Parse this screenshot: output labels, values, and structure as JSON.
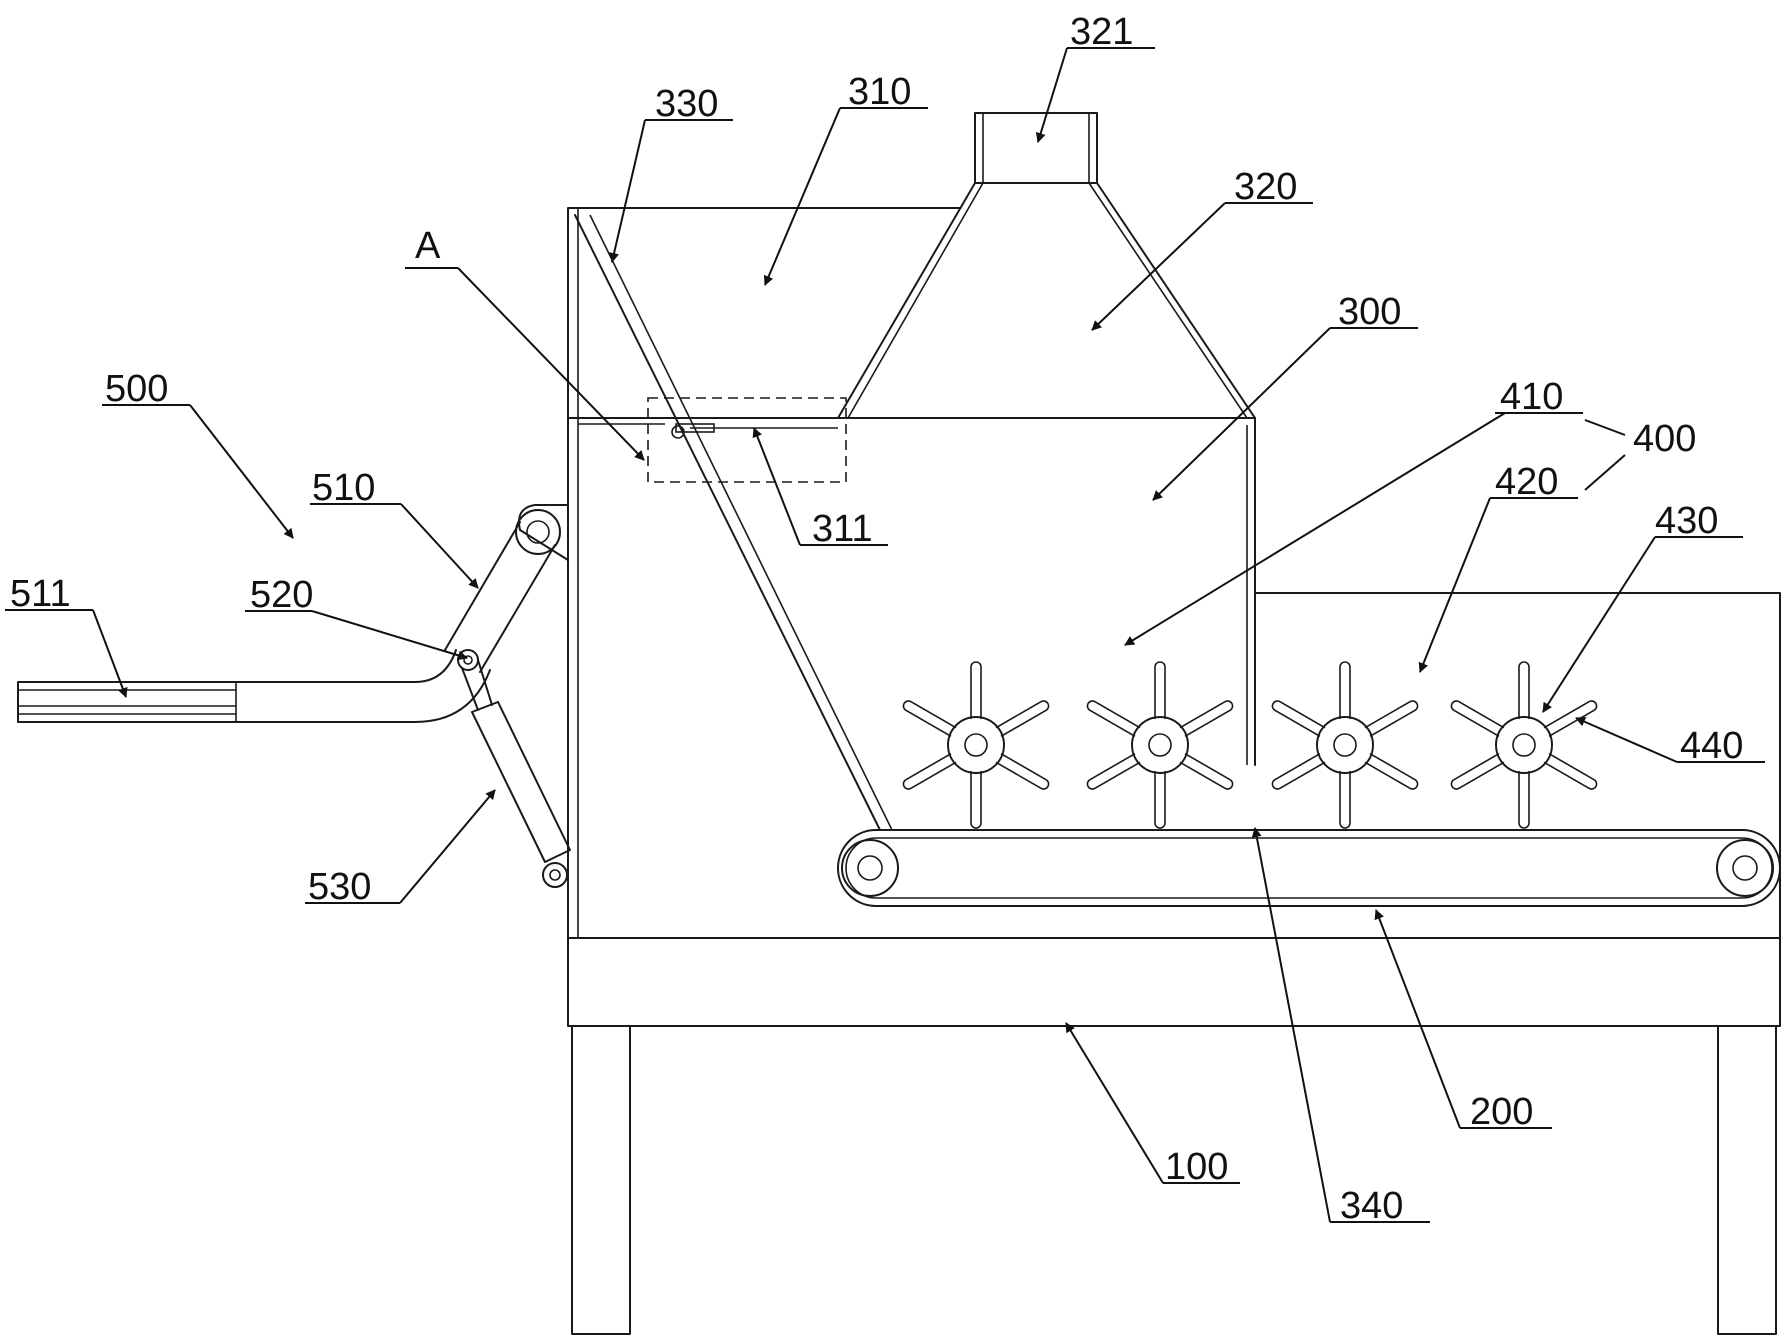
{
  "labels": {
    "l321": "321",
    "l330": "330",
    "l310": "310",
    "l320": "320",
    "lA": "A",
    "l300": "300",
    "l500": "500",
    "l410": "410",
    "l400": "400",
    "l510": "510",
    "l311": "311",
    "l420": "420",
    "l430": "430",
    "l511": "511",
    "l520": "520",
    "l440": "440",
    "l530": "530",
    "l200": "200",
    "l100": "100",
    "l340": "340"
  }
}
